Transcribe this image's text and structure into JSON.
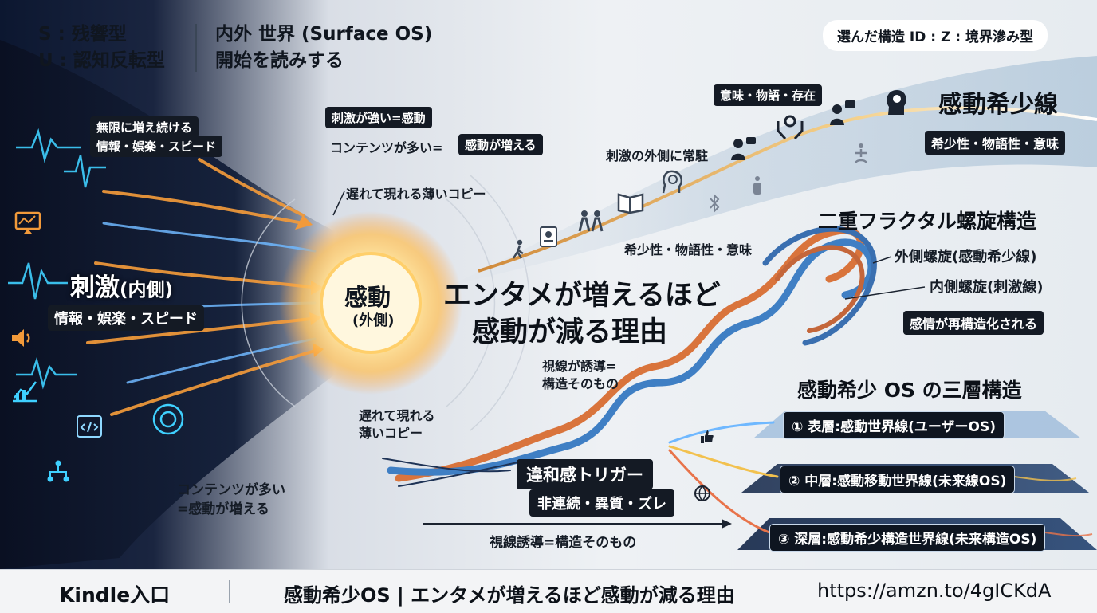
{
  "header": {
    "left_line1": "S : 残響型",
    "left_line2": "U : 認知反転型",
    "center_line1": "内外  世界 (Surface OS)",
    "center_line2": "開始を読みする",
    "structure_id": "選んだ構造 ID : Z : 境界滲み型"
  },
  "left_panel": {
    "infinite_line1": "無限に増え続ける",
    "infinite_line2": "情報・娯楽・スピード",
    "stimulus_title": "刺激",
    "stimulus_paren": "(内側)",
    "stimulus_sub": "情報・娯楽・スピード",
    "contents_line1": "コンテンツが多い",
    "contents_line2": "=感動が増える"
  },
  "center": {
    "kando": "感動",
    "kando_sub": "(外側)",
    "strong_stim": "刺激が強い=感動",
    "contents_more": "コンテンツが多い=",
    "kando_increase": "感動が増える",
    "late_copy_top": "遅れて現れる薄いコピー",
    "late_copy_1": "遅れて現れる",
    "late_copy_2": "薄いコピー",
    "main_title_1": "エンタメが増えるほど",
    "main_title_2": "感動が減る理由",
    "gaze_1": "視線が誘導=",
    "gaze_2": "構造そのもの",
    "gaze_bottom": "視線誘導=構造そのもの"
  },
  "curve": {
    "meaning": "意味・物語・存在",
    "outside_resident": "刺激の外側に常駐",
    "scarcity_mid": "希少性・物語性・意味",
    "line_title": "感動希少線",
    "line_sub": "希少性・物語性・意味"
  },
  "helix": {
    "title": "二重フラクタル螺旋構造",
    "outer": "外側螺旋(感動希少線)",
    "inner": "内側螺旋(刺激線)",
    "restructure": "感情が再構造化される",
    "trigger_title": "違和感トリガー",
    "trigger_sub": "非連続・異質・ズレ"
  },
  "layers": {
    "title": "感動希少 OS の三層構造",
    "items": [
      {
        "label": "① 表層:感動世界線(ユーザーOS)",
        "color": "#7fb3e6"
      },
      {
        "label": "② 中層:感動移動世界線(未来線OS)",
        "color": "#f2c14e"
      },
      {
        "label": "③ 深層:感動希少構造世界線(未来構造OS)",
        "color": "#e8734a"
      }
    ]
  },
  "footer": {
    "kindle": "Kindle入口",
    "book": "感動希少OS | エンタメが増えるほど感動が減る理由",
    "url": "https://amzn.to/4gICKdA"
  },
  "colors": {
    "accent_orange": "#f29a3a",
    "accent_blue": "#3fa7e0",
    "glow": "#ffd27a",
    "dark_box": "#141a24"
  },
  "icons": [
    "waveform-icon",
    "arrow-icon",
    "chart-icon",
    "person-icon",
    "brain-icon",
    "book-icon",
    "speech-bubble-icon",
    "hands-icon",
    "walking-person-icon",
    "bluetooth-icon",
    "book-blue-icon",
    "pointing-hand-icon"
  ]
}
